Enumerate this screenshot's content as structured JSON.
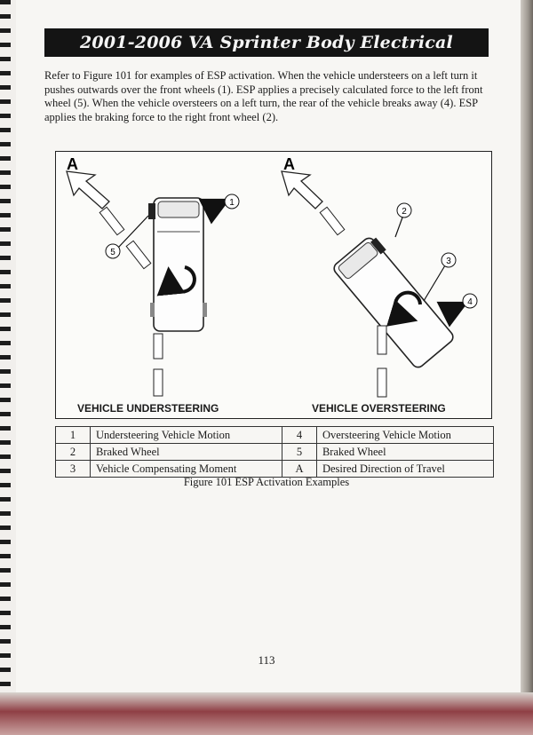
{
  "header": {
    "title": "2001-2006 VA Sprinter Body Electrical"
  },
  "intro_text": "Refer to Figure 101 for examples of ESP activation. When the vehicle understeers on a left turn it pushes outwards over the front wheels (1). ESP applies a precisely calculated force to the left front wheel (5). When the vehicle oversteers on a left turn, the rear of the vehicle breaks away (4). ESP applies the braking force to the right front wheel (2).",
  "figure": {
    "left_caption": "VEHICLE UNDERSTEERING",
    "right_caption": "VEHICLE OVERSTEERING",
    "direction_label": "A",
    "callouts": [
      "1",
      "2",
      "3",
      "4",
      "5"
    ]
  },
  "legend": {
    "rows": [
      {
        "n1": "1",
        "t1": "Understeering Vehicle Motion",
        "n2": "4",
        "t2": "Oversteering Vehicle Motion"
      },
      {
        "n1": "2",
        "t1": "Braked Wheel",
        "n2": "5",
        "t2": "Braked Wheel"
      },
      {
        "n1": "3",
        "t1": "Vehicle Compensating Moment",
        "n2": "A",
        "t2": "Desired Direction of Travel"
      }
    ]
  },
  "figure_title": "Figure 101 ESP Activation Examples",
  "page_number": "113"
}
